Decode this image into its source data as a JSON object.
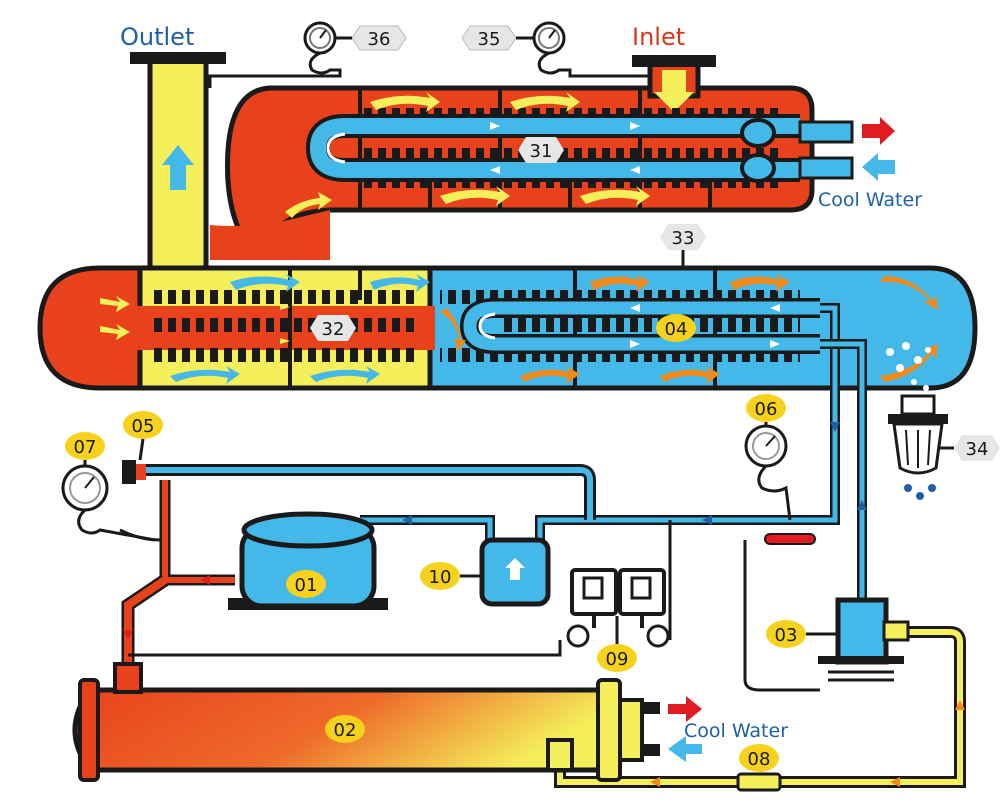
{
  "labels": {
    "outlet": "Outlet",
    "inlet": "Inlet",
    "cool_water_top": "Cool Water",
    "cool_water_bottom": "Cool Water"
  },
  "badges": {
    "b01": "01",
    "b02": "02",
    "b03": "03",
    "b04": "04",
    "b05": "05",
    "b06": "06",
    "b07": "07",
    "b08": "08",
    "b09": "09",
    "b10": "10",
    "b31": "31",
    "b32": "32",
    "b33": "33",
    "b34": "34",
    "b35": "35",
    "b36": "36"
  },
  "colors": {
    "hot": "#e8421c",
    "cold": "#44b8e8",
    "yellow": "#f4ef5a",
    "outline": "#1a1a1a",
    "badge_yellow": "#f6d21c",
    "badge_gray": "#e6e6e6",
    "arrow_red": "#e11b22",
    "label_blue": "#1d5fa8",
    "label_red": "#d9381e",
    "orange_arrow": "#f08a1c"
  }
}
